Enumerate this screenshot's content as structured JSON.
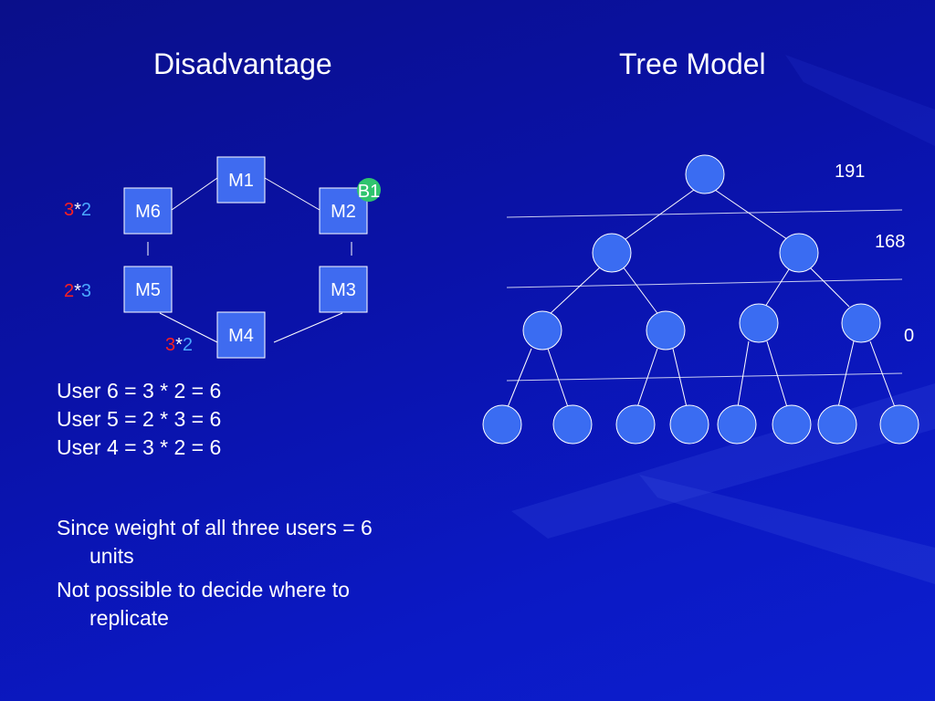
{
  "titles": {
    "left": "Disadvantage",
    "right": "Tree Model"
  },
  "ring": {
    "nodes": [
      "M1",
      "M2",
      "M3",
      "M4",
      "M5",
      "M6"
    ],
    "badge": "B1",
    "multipliers": {
      "m6": {
        "a": "3",
        "op": "*",
        "b": "2"
      },
      "m5": {
        "a": "2",
        "op": "*",
        "b": "3"
      },
      "m4": {
        "a": "3",
        "op": "*",
        "b": "2"
      }
    },
    "colors": {
      "box": "#3f6bf0",
      "a": "#ff2020",
      "b": "#4aa8ff",
      "badge": "#2fc46e"
    }
  },
  "tree": {
    "level_labels": [
      "191",
      "168",
      "0"
    ],
    "node_color": "#3a6cf2"
  },
  "body": {
    "lines": [
      "User 6  = 3 * 2 = 6",
      "User 5 = 2 * 3 = 6",
      "User 4 = 3 * 2 = 6"
    ],
    "bullets": [
      {
        "first": "Since weight of all three users = 6",
        "cont": "units"
      },
      {
        "first": "Not possible to decide where to",
        "cont": "replicate"
      }
    ]
  }
}
